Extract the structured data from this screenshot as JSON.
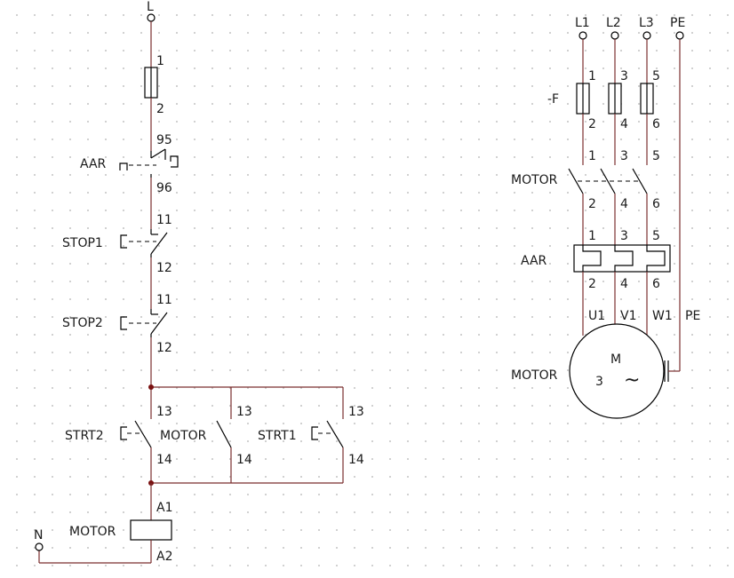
{
  "control": {
    "supply_top": "L",
    "supply_bottom": "N",
    "fuse": {
      "t1": "1",
      "t2": "2"
    },
    "overload_contact": {
      "label": "AAR",
      "t1": "95",
      "t2": "96"
    },
    "stop1": {
      "label": "STOP1",
      "t1": "11",
      "t2": "12"
    },
    "stop2": {
      "label": "STOP2",
      "t1": "11",
      "t2": "12"
    },
    "start2": {
      "label": "STRT2",
      "t1": "13",
      "t2": "14"
    },
    "hold_contact": {
      "label": "MOTOR",
      "t1": "13",
      "t2": "14"
    },
    "start1": {
      "label": "STRT1",
      "t1": "13",
      "t2": "14"
    },
    "coil": {
      "label": "MOTOR",
      "t1": "A1",
      "t2": "A2"
    }
  },
  "power": {
    "phases": [
      "L1",
      "L2",
      "L3",
      "PE"
    ],
    "fuses": {
      "label": "-F",
      "top": [
        "1",
        "3",
        "5"
      ],
      "bottom": [
        "2",
        "4",
        "6"
      ]
    },
    "contactor": {
      "label": "MOTOR",
      "top": [
        "1",
        "3",
        "5"
      ],
      "bottom": [
        "2",
        "4",
        "6"
      ]
    },
    "overload": {
      "label": "AAR",
      "top": [
        "1",
        "3",
        "5"
      ],
      "bottom": [
        "2",
        "4",
        "6"
      ]
    },
    "motor_terminals": [
      "U1",
      "V1",
      "W1",
      "PE"
    ],
    "motor": {
      "label": "MOTOR",
      "symbol": "M",
      "phase_count": "3",
      "ac_symbol": "~"
    }
  }
}
